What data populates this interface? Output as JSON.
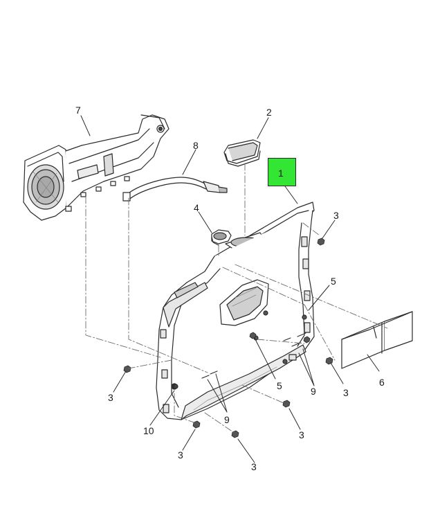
{
  "diagram": {
    "highlight_color": "#33e633",
    "line_color": "#2a2a2a",
    "part_fill": "#ffffff",
    "part_shade": "#d9d9d9",
    "callouts": {
      "p1": "1",
      "p2": "2",
      "p3a": "3",
      "p3b": "3",
      "p3c": "3",
      "p3d": "3",
      "p3e": "3",
      "p3f": "3",
      "p4": "4",
      "p5a": "5",
      "p5b": "5",
      "p6": "6",
      "p7": "7",
      "p8": "8",
      "p9a": "9",
      "p9b": "9",
      "p10": "10"
    }
  }
}
